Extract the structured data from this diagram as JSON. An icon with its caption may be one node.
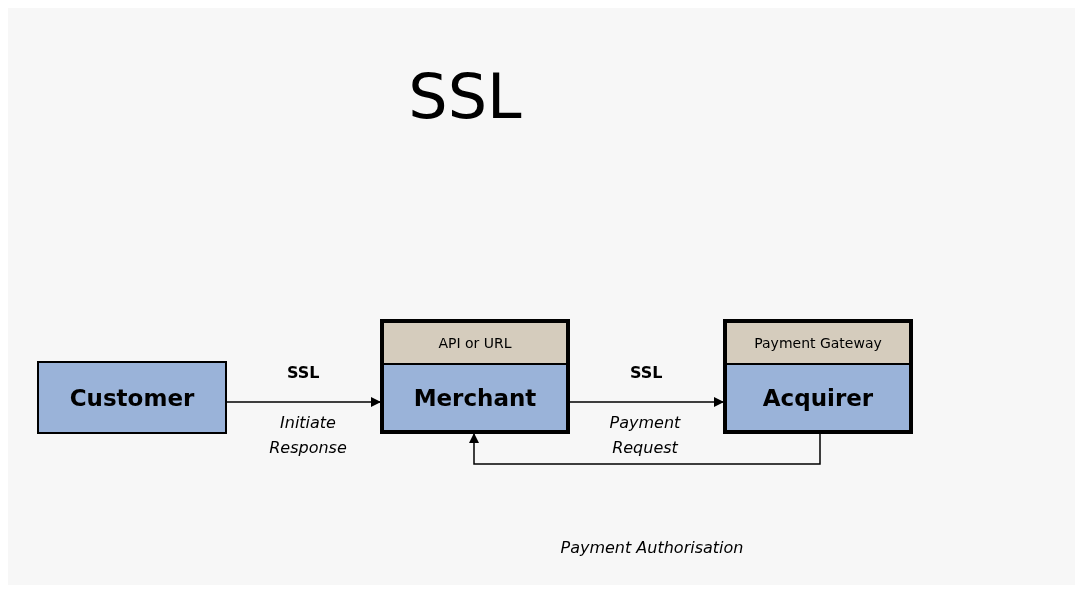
{
  "diagram": {
    "title": "SSL",
    "nodes": [
      {
        "text": [
          "Customer"
        ]
      },
      {
        "text": [
          "API or URL",
          "Merchant"
        ]
      },
      {
        "text": [
          "Payment Gateway",
          "Acquirer"
        ]
      }
    ],
    "edges": [
      {
        "from": 0,
        "to": 1,
        "arrow": "to",
        "label": "SSL"
      },
      {
        "from": 1,
        "to": 2,
        "arrow": "to",
        "label": "SSL"
      },
      {
        "from": 2,
        "to": 1,
        "arrow": "to",
        "label": "Payment Authorisation"
      }
    ],
    "labels": [
      "Initiate Response",
      "Payment Request"
    ]
  }
}
